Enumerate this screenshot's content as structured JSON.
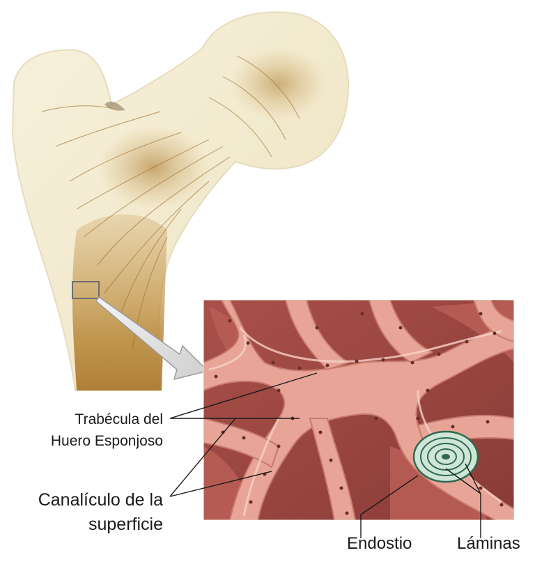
{
  "labels": {
    "trabecula_line1": "Trabécula del",
    "trabecula_line2": "Huero Esponjoso",
    "canaliculo_line1": "Canalículo de la",
    "canaliculo_line2": "superficie",
    "endostio": "Endostio",
    "laminas": "Láminas"
  },
  "colors": {
    "bone": "#f3ecd2",
    "bone_stain": "#b8893a",
    "trabecula": "#e8a597",
    "pore_bg": "#9c4a42",
    "osteon": "#cfe6d7"
  }
}
